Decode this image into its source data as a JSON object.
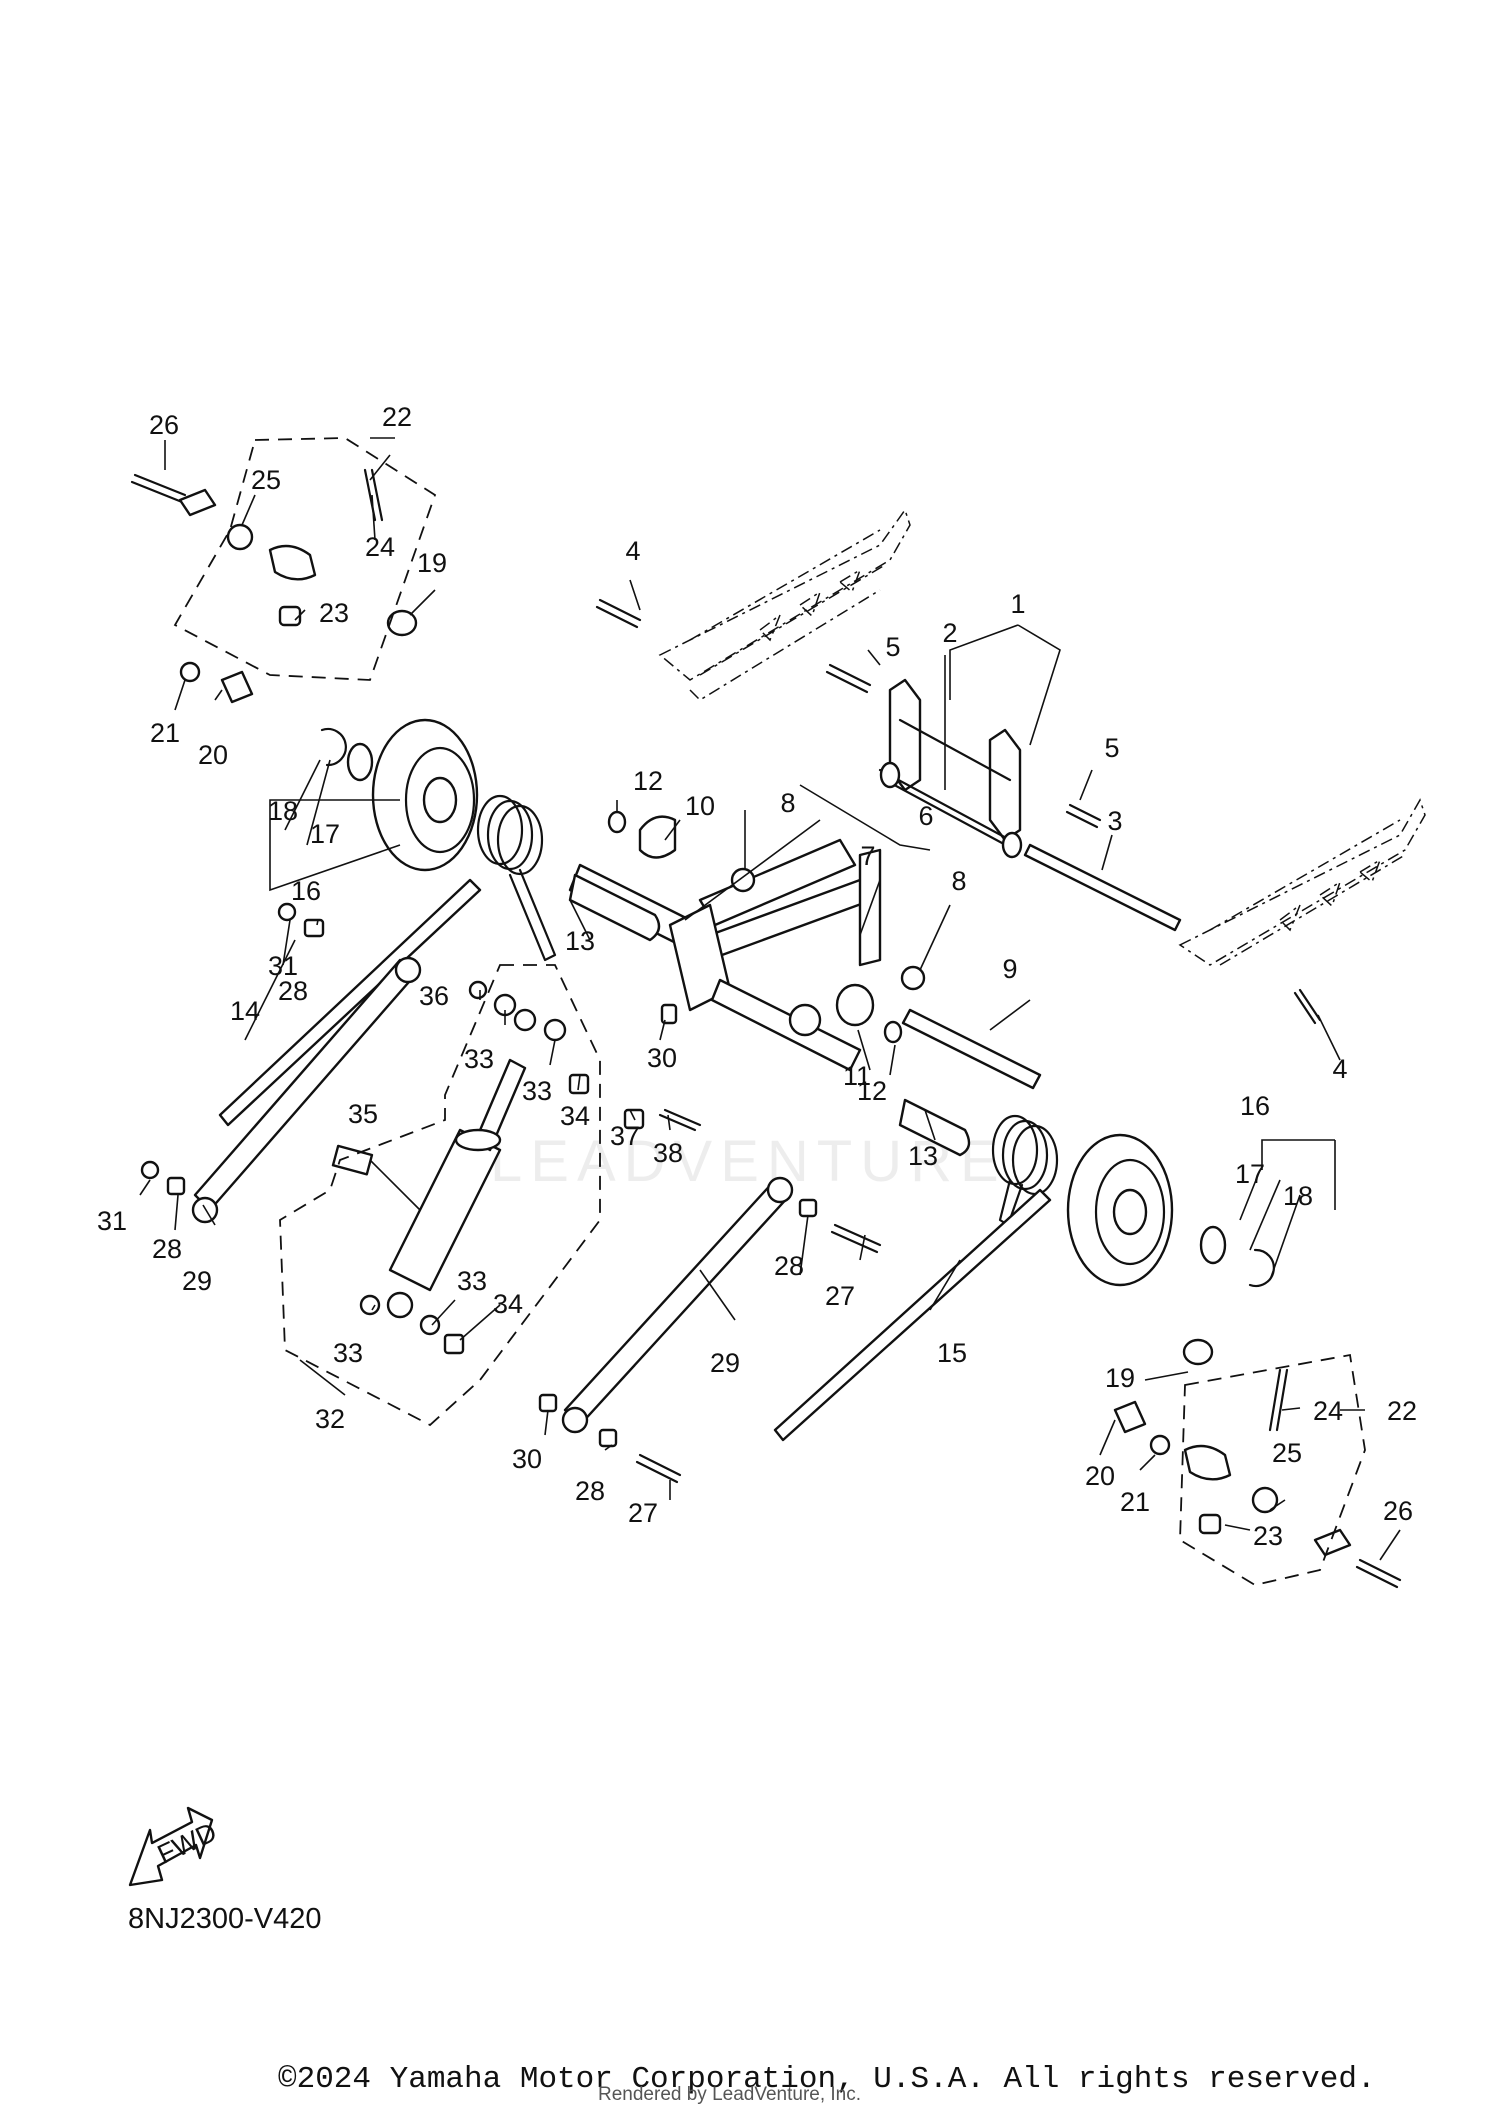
{
  "callouts": [
    {
      "label": "1"
    },
    {
      "label": "2"
    },
    {
      "label": "3"
    },
    {
      "label": "4"
    },
    {
      "label": "4"
    },
    {
      "label": "5"
    },
    {
      "label": "5"
    },
    {
      "label": "6"
    },
    {
      "label": "7"
    },
    {
      "label": "8"
    },
    {
      "label": "8"
    },
    {
      "label": "9"
    },
    {
      "label": "10"
    },
    {
      "label": "11"
    },
    {
      "label": "12"
    },
    {
      "label": "12"
    },
    {
      "label": "13"
    },
    {
      "label": "13"
    },
    {
      "label": "14"
    },
    {
      "label": "15"
    },
    {
      "label": "16"
    },
    {
      "label": "16"
    },
    {
      "label": "17"
    },
    {
      "label": "17"
    },
    {
      "label": "18"
    },
    {
      "label": "18"
    },
    {
      "label": "19"
    },
    {
      "label": "19"
    },
    {
      "label": "20"
    },
    {
      "label": "20"
    },
    {
      "label": "21"
    },
    {
      "label": "21"
    },
    {
      "label": "22"
    },
    {
      "label": "22"
    },
    {
      "label": "23"
    },
    {
      "label": "23"
    },
    {
      "label": "24"
    },
    {
      "label": "24"
    },
    {
      "label": "25"
    },
    {
      "label": "25"
    },
    {
      "label": "26"
    },
    {
      "label": "26"
    },
    {
      "label": "27"
    },
    {
      "label": "27"
    },
    {
      "label": "28"
    },
    {
      "label": "28"
    },
    {
      "label": "28"
    },
    {
      "label": "28"
    },
    {
      "label": "29"
    },
    {
      "label": "29"
    },
    {
      "label": "30"
    },
    {
      "label": "30"
    },
    {
      "label": "31"
    },
    {
      "label": "31"
    },
    {
      "label": "32"
    },
    {
      "label": "33"
    },
    {
      "label": "33"
    },
    {
      "label": "33"
    },
    {
      "label": "33"
    },
    {
      "label": "34"
    },
    {
      "label": "34"
    },
    {
      "label": "35"
    },
    {
      "label": "36"
    },
    {
      "label": "37"
    },
    {
      "label": "38"
    }
  ],
  "fwd_label": "FWD",
  "diagram_code": "8NJ2300-V420",
  "copyright": "©2024 Yamaha Motor Corporation, U.S.A. All rights reserved.",
  "watermark": "LEADVENTURE",
  "rendered_by": "Rendered by LeadVenture, Inc."
}
